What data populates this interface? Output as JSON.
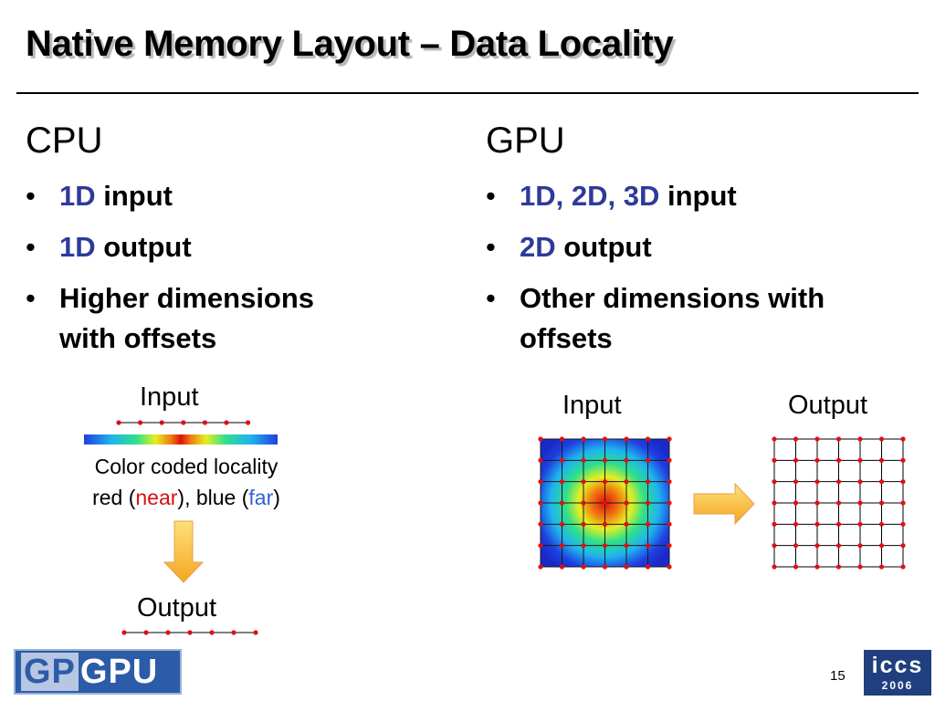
{
  "slide": {
    "title": "Native Memory Layout – Data Locality",
    "page_number": "15"
  },
  "cpu": {
    "heading": "CPU",
    "bullets": [
      {
        "highlight": "1D",
        "text": " input"
      },
      {
        "highlight": "1D",
        "text": " output"
      },
      {
        "highlight": "",
        "text": "Higher dimensions",
        "text2": "with offsets"
      }
    ],
    "diagram": {
      "input_label": "Input",
      "caption_line1": "Color coded locality",
      "caption_pre": "red (",
      "caption_near": "near",
      "caption_mid": "), blue (",
      "caption_far": "far",
      "caption_post": ")",
      "output_label": "Output"
    }
  },
  "gpu": {
    "heading": "GPU",
    "bullets": [
      {
        "highlight": "1D, 2D, 3D",
        "text": " input"
      },
      {
        "highlight": "2D",
        "text": " output"
      },
      {
        "highlight": "",
        "text": "Other dimensions with",
        "text2": "offsets"
      }
    ],
    "diagram": {
      "input_label": "Input",
      "output_label": "Output"
    }
  },
  "logos": {
    "left_gp": "GP",
    "left_gpu": "GPU",
    "right_top": "iccs",
    "right_bottom": "2006"
  },
  "colors": {
    "highlight_blue": "#2e3a9a",
    "near_red": "#d81010",
    "far_blue": "#2f63d4",
    "dot_red": "#e01010",
    "arrow_orange": "#f5a623"
  }
}
